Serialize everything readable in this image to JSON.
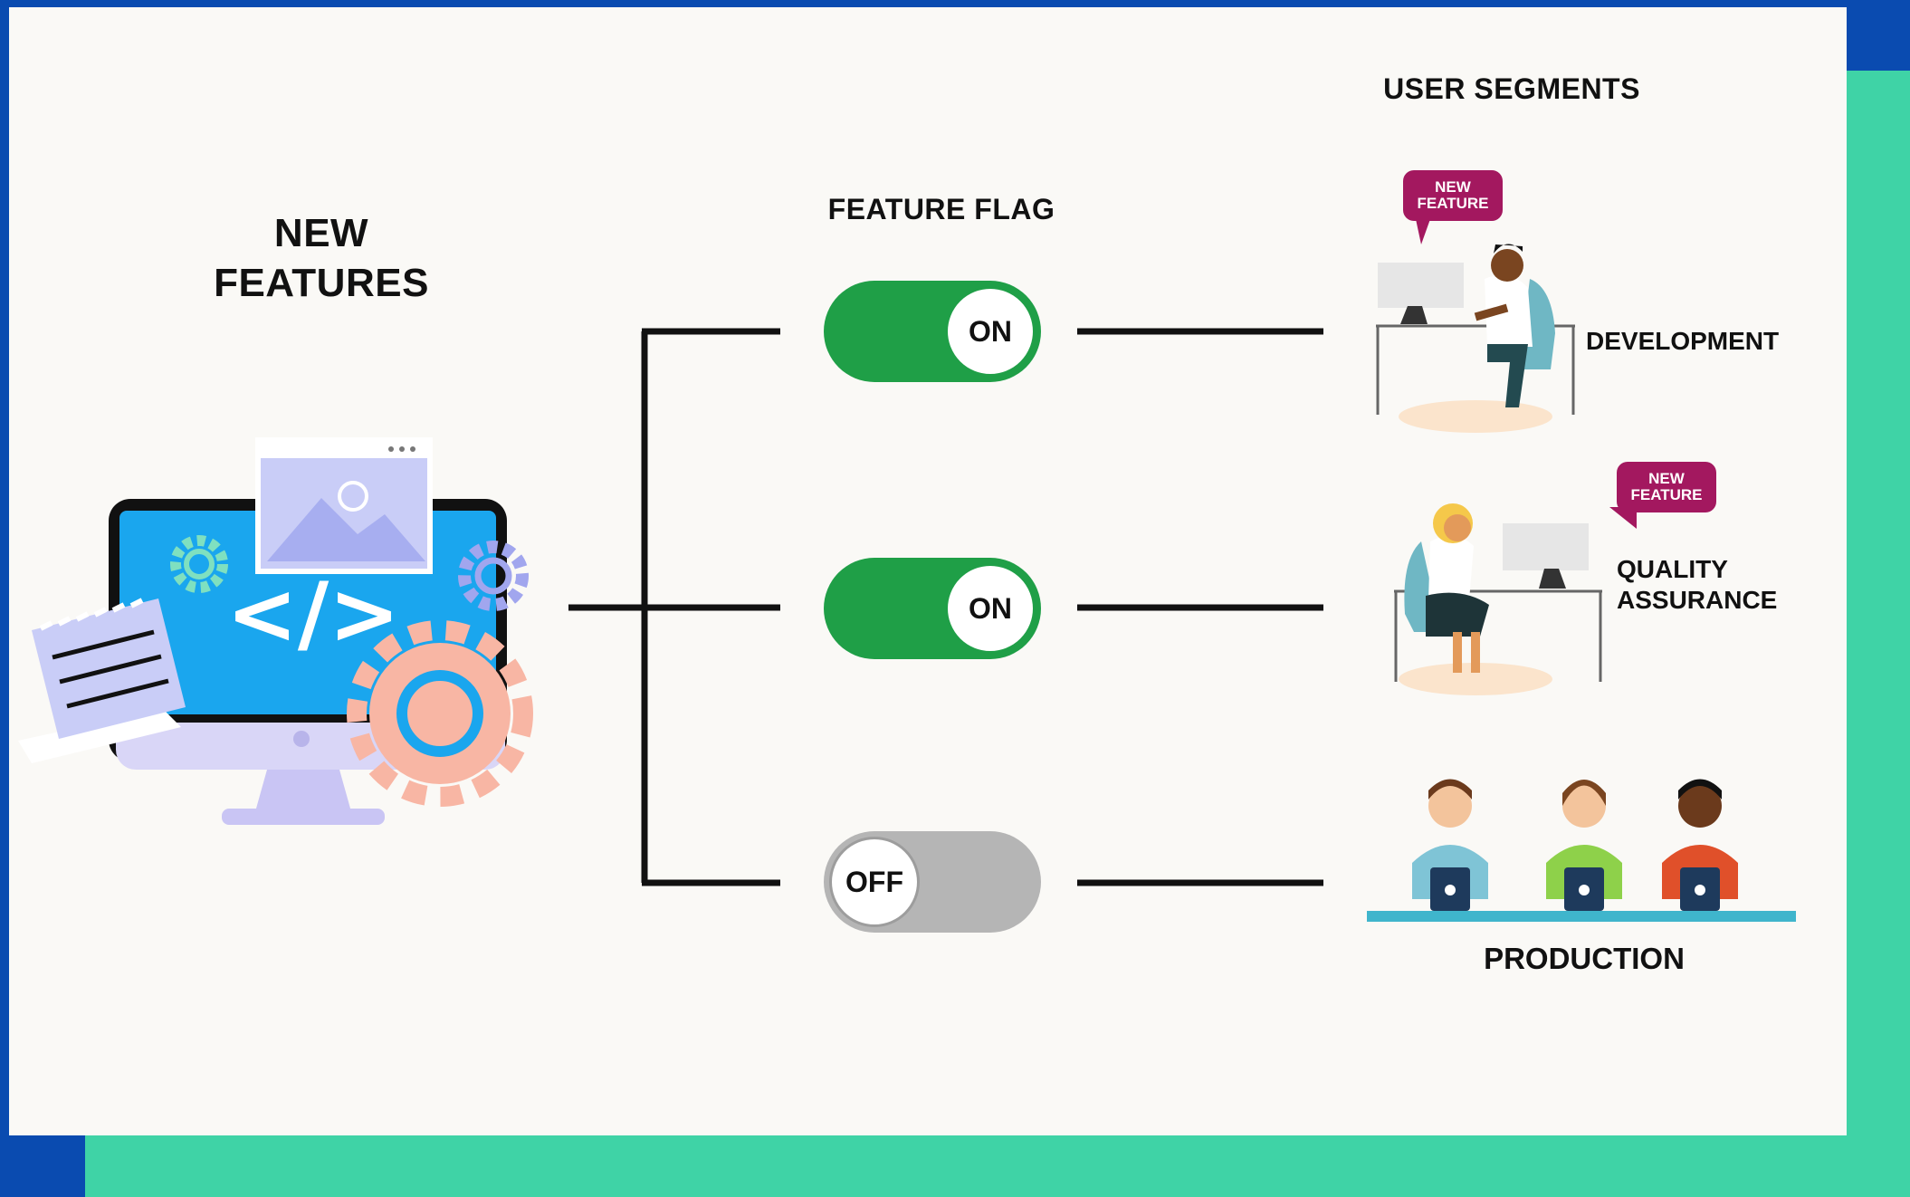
{
  "headings": {
    "new_features": "NEW\nFEATURES",
    "feature_flag": "FEATURE FLAG",
    "user_segments": "USER SEGMENTS"
  },
  "toggles": [
    {
      "state": "ON"
    },
    {
      "state": "ON"
    },
    {
      "state": "OFF"
    }
  ],
  "segments": {
    "development": "DEVELOPMENT",
    "quality_assurance": "QUALITY\nASSURANCE",
    "production": "PRODUCTION"
  },
  "badges": {
    "development": "NEW\nFEATURE",
    "quality_assurance": "NEW\nFEATURE"
  },
  "colors": {
    "frame_blue": "#0a4bb0",
    "frame_teal": "#3fd3a6",
    "toggle_on": "#1f9f47",
    "toggle_off": "#b5b5b5",
    "badge": "#a3185f",
    "screen": "#1aa6ee"
  },
  "icons": [
    "code-monitor-icon",
    "gear-icon",
    "notepad-icon",
    "image-icon",
    "person-at-desk-icon",
    "person-with-laptop-icon"
  ]
}
